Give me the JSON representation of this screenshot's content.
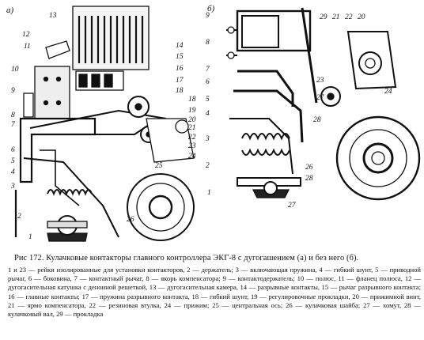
{
  "subfigures": {
    "a": "а)",
    "b": "б)"
  },
  "labels_a": [
    "13",
    "12",
    "11",
    "10",
    "9",
    "8",
    "7",
    "6",
    "5",
    "4",
    "3",
    "2",
    "1",
    "14",
    "15",
    "16",
    "17",
    "18",
    "19",
    "20",
    "21",
    "22",
    "23",
    "24",
    "25",
    "26"
  ],
  "labels_b": [
    "9",
    "8",
    "7",
    "6",
    "5",
    "4",
    "3",
    "2",
    "1",
    "29",
    "21",
    "22",
    "20",
    "27",
    "28",
    "24",
    "23",
    "26",
    "28",
    "27"
  ],
  "caption": {
    "title": "Рис 172. Кулачковые контакторы главного контроллера ЭКГ-8 с дугогашением (а) и без него (б).",
    "body": "1 и 23 — рейки изолированные для установки контакторов, 2 — держатель; 3 — включающая пружина, 4 — гибкий шунт, 5 — приводной рычаг, 6 — боковина, 7 — контактный рычаг, 8 — якорь компенсатора; 9 — контактодержатель; 10 — полюс, 11 — фланец полюса, 12 — дугогасительная катушка с деноиной решеткой, 13 — дугогасительная камера, 14 — разрывные контакты, 15 — рычаг разрывного контакта; 16 — главные контакты; 17 — пружина разрывного контакта, 18 — гибкий шунт, 19 — регулировочные прокладки, 20 — прижимной винт, 21 — ярмо компенсатора, 22 — резиновая втулка, 24 — прижим; 25 — центральная ось; 26 — кулачковая шайба; 27 — хомут, 28 — кулачковый вал, 29 — прокладка"
  }
}
